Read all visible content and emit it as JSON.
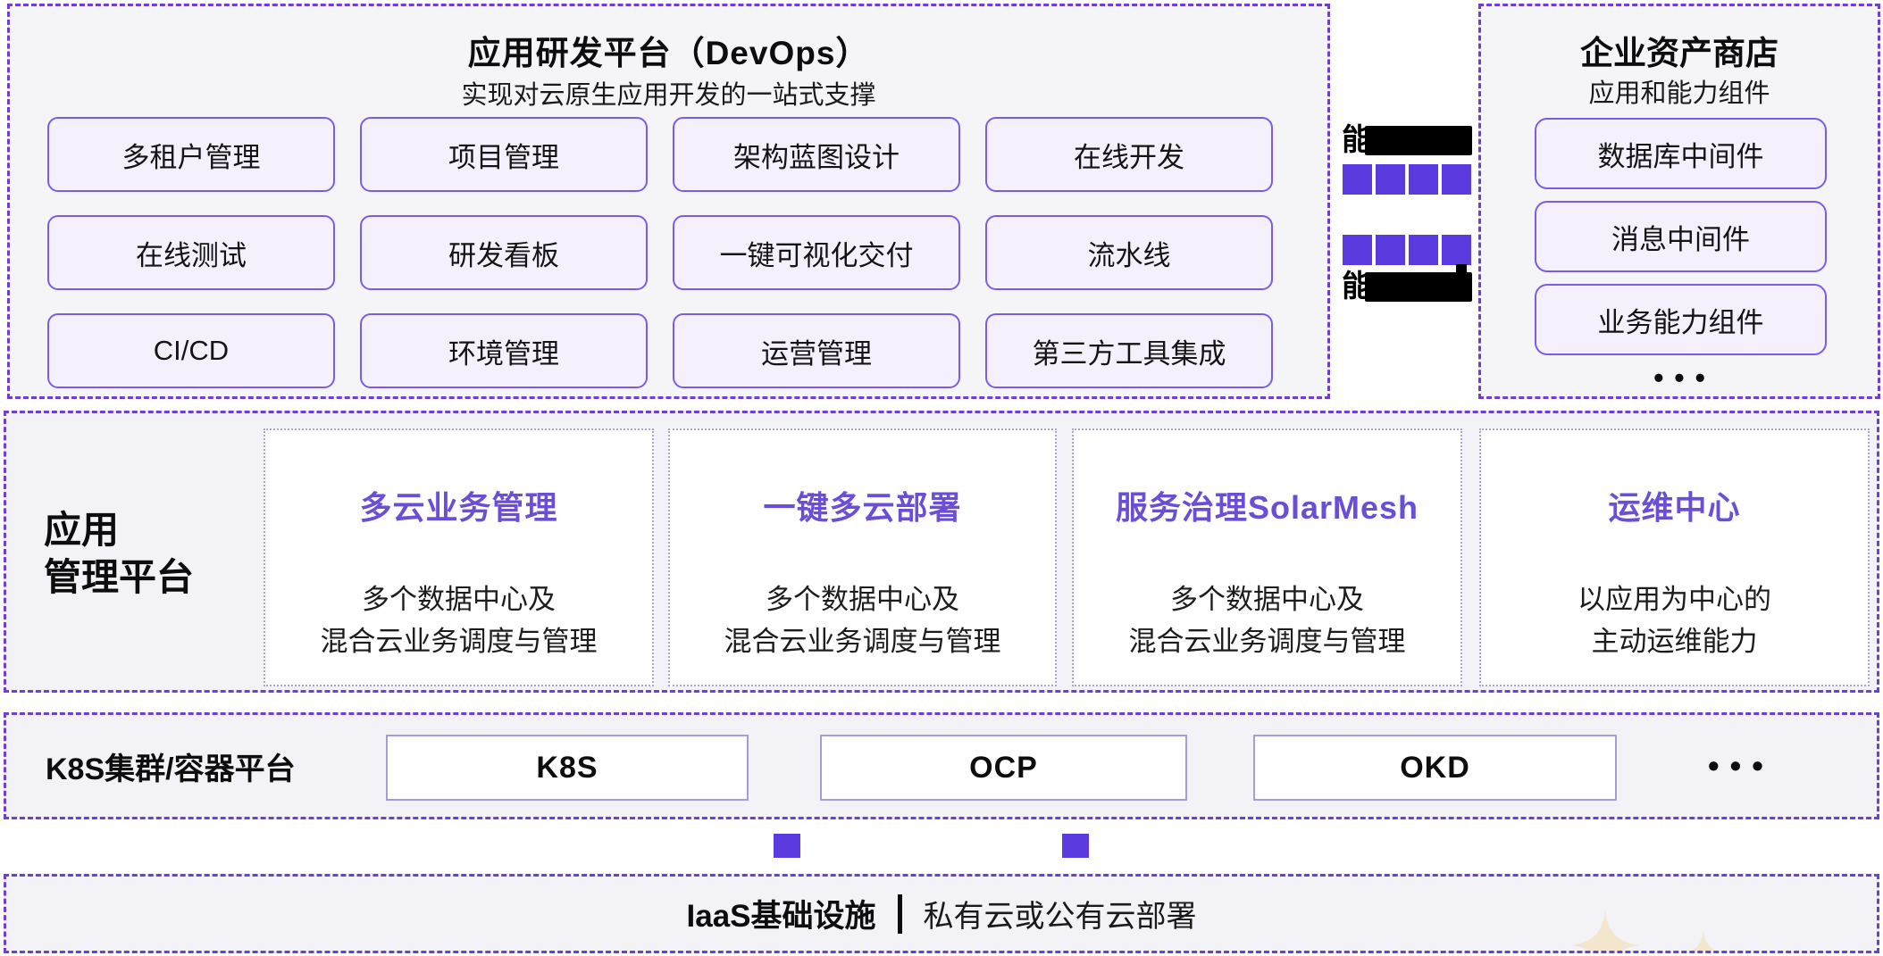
{
  "colors": {
    "dashed_border": "#6D3FD4",
    "chip_border": "#7C5CE6",
    "chip_bg": "#F4F1FD",
    "square_purple": "#5B3BE0",
    "card_title_purple": "#6B4ED6",
    "light_box_border": "#A89BD9",
    "band_bg": "#F3F3F7",
    "sparkle": "#F2E7CC"
  },
  "devops": {
    "title": "应用研发平台（DevOps）",
    "subtitle": "实现对云原生应用开发的一站式支撑",
    "buttons": [
      "多租户管理",
      "项目管理",
      "架构蓝图设计",
      "在线开发",
      "在线测试",
      "研发看板",
      "一键可视化交付",
      "流水线",
      "CI/CD",
      "环境管理",
      "运营管理",
      "第三方工具集成"
    ]
  },
  "connector": {
    "top_visible_text": "能",
    "bottom_visible_text": "能"
  },
  "asset_store": {
    "title": "企业资产商店",
    "subtitle": "应用和能力组件",
    "buttons": [
      "数据库中间件",
      "消息中间件",
      "业务能力组件"
    ],
    "ellipsis": "•••"
  },
  "app_mgmt": {
    "label_line1": "应用",
    "label_line2": "管理平台",
    "cards": [
      {
        "title": "多云业务管理",
        "desc_line1": "多个数据中心及",
        "desc_line2": "混合云业务调度与管理"
      },
      {
        "title": "一键多云部署",
        "desc_line1": "多个数据中心及",
        "desc_line2": "混合云业务调度与管理"
      },
      {
        "title": "服务治理SolarMesh",
        "desc_line1": "多个数据中心及",
        "desc_line2": "混合云业务调度与管理"
      },
      {
        "title": "运维中心",
        "desc_line1": "以应用为中心的",
        "desc_line2": "主动运维能力"
      }
    ]
  },
  "k8s": {
    "label": "K8S集群/容器平台",
    "boxes": [
      "K8S",
      "OCP",
      "OKD"
    ],
    "ellipsis": "•••"
  },
  "iaas": {
    "title": "IaaS基础设施",
    "subtitle": "私有云或公有云部署"
  }
}
